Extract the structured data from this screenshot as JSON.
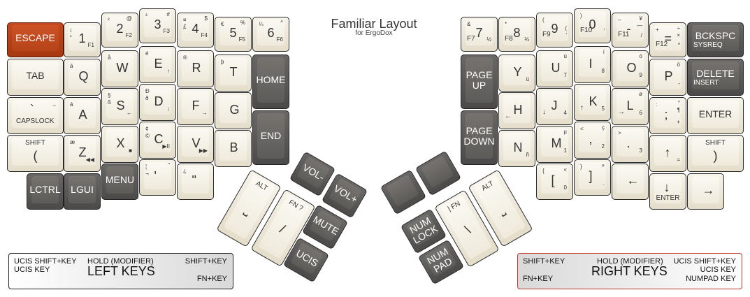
{
  "title": "Familiar Layout",
  "subtitle": "for ErgoDox",
  "left_keys": [
    {
      "name": "escape",
      "tpl": "w",
      "color": "orange",
      "word": "ESCAPE"
    },
    {
      "name": "1",
      "tpl": "n",
      "main": "1",
      "tl": "¡",
      "tl2": "¹",
      "br": "F1"
    },
    {
      "name": "2",
      "tpl": "n",
      "main": "2",
      "tr": "@",
      "tl": "²",
      "br": "F2"
    },
    {
      "name": "3",
      "tpl": "n",
      "main": "3",
      "tr": "#",
      "tl": "³",
      "br": "F3"
    },
    {
      "name": "4",
      "tpl": "n",
      "main": "4",
      "tr": "$",
      "tl": "¤",
      "tl2": "£",
      "br": "F4"
    },
    {
      "name": "5",
      "tpl": "n",
      "main": "5",
      "tr": "%",
      "tl": "€",
      "br": "F5"
    },
    {
      "name": "6",
      "tpl": "n",
      "main": "6",
      "tr": "^",
      "tl": "¼",
      "br": "F6"
    },
    {
      "name": "tab",
      "tpl": "w",
      "word": "TAB"
    },
    {
      "name": "q",
      "tpl": "n",
      "main": "Q",
      "tl": "ä"
    },
    {
      "name": "w",
      "tpl": "n",
      "main": "W",
      "tl": "å"
    },
    {
      "name": "e",
      "tpl": "n",
      "main": "E",
      "tl": "é",
      "br": "↑"
    },
    {
      "name": "r",
      "tpl": "n",
      "main": "R",
      "tl": "®"
    },
    {
      "name": "t",
      "tpl": "n",
      "main": "T",
      "tl": "þ"
    },
    {
      "name": "home",
      "tpl": "w",
      "color": "dark",
      "word": "HOME"
    },
    {
      "name": "capslock",
      "tpl": "caps",
      "tl": "`",
      "tr": "~",
      "word": "CAPSLOCK"
    },
    {
      "name": "a",
      "tpl": "n",
      "main": "A",
      "tl": "á"
    },
    {
      "name": "s",
      "tpl": "n",
      "main": "S",
      "tl": "§",
      "tl2": "ß",
      "br": "←"
    },
    {
      "name": "d",
      "tpl": "n",
      "main": "D",
      "tl": "Ð",
      "tl2": "ð",
      "br": "↓"
    },
    {
      "name": "f",
      "tpl": "n",
      "main": "F",
      "br": "→"
    },
    {
      "name": "g",
      "tpl": "n",
      "main": "G"
    },
    {
      "name": "end",
      "tpl": "w",
      "color": "dark",
      "word": "END"
    },
    {
      "name": "shift-left",
      "tpl": "shift",
      "word": "SHIFT",
      "main": "("
    },
    {
      "name": "z",
      "tpl": "n",
      "main": "Z",
      "tl": "æ",
      "br": "◀◀"
    },
    {
      "name": "x",
      "tpl": "n",
      "main": "X",
      "br": "■"
    },
    {
      "name": "c",
      "tpl": "n",
      "main": "C",
      "tl": "¢",
      "tl2": "©",
      "br": "▶II"
    },
    {
      "name": "v",
      "tpl": "n",
      "main": "V",
      "br": "▶▶"
    },
    {
      "name": "b",
      "tpl": "n",
      "main": "B"
    },
    {
      "name": "lctrl",
      "tpl": "w",
      "color": "dark",
      "word": "LCTRL"
    },
    {
      "name": "lgui",
      "tpl": "w",
      "color": "dark",
      "word": "LGUI"
    },
    {
      "name": "menu",
      "tpl": "w",
      "color": "dark",
      "word": "MENU"
    },
    {
      "name": "quote",
      "tpl": "n",
      "main": "'",
      "tl": "¦",
      "tl2": "¬",
      "tr": "\""
    },
    {
      "name": "dquote",
      "tpl": "n",
      "main": "\"",
      "tl": "¿"
    }
  ],
  "right_keys": [
    {
      "name": "7",
      "tpl": "n",
      "main": "7",
      "tl": "&",
      "br": "½",
      "bl": "F7"
    },
    {
      "name": "8",
      "tpl": "n",
      "main": "8",
      "tl": "*",
      "br": "¾",
      "bl": "F8"
    },
    {
      "name": "9",
      "tpl": "n",
      "main": "9",
      "tl": "(",
      "br": "'",
      "bl": "F9",
      "br2": "("
    },
    {
      "name": "0",
      "tpl": "n",
      "main": "0",
      "tl": ")",
      "br": "'",
      "bl": "F10"
    },
    {
      "name": "minus",
      "tpl": "n",
      "main": "-",
      "tl": "–",
      "tr": "¥",
      "tr2": "—",
      "bl": "F11",
      "br": "/"
    },
    {
      "name": "equal",
      "tpl": "n",
      "main": "=",
      "tl": "+",
      "tr": "÷",
      "tr2": "×",
      "bl": "F12",
      "br": "*"
    },
    {
      "name": "bckspc",
      "tpl": "w2",
      "color": "dark",
      "word": "BCKSPC",
      "word2": "SYSREQ"
    },
    {
      "name": "pageup",
      "tpl": "w",
      "color": "dark",
      "word": "PAGE\nUP"
    },
    {
      "name": "y",
      "tpl": "n",
      "main": "Y",
      "br": "ü"
    },
    {
      "name": "u",
      "tpl": "n",
      "main": "U",
      "tr": "ú",
      "br": "7"
    },
    {
      "name": "i",
      "tpl": "n",
      "main": "I",
      "tr": "í",
      "br": "8"
    },
    {
      "name": "o",
      "tpl": "n",
      "main": "O",
      "tr": "ó",
      "br": "9"
    },
    {
      "name": "p",
      "tpl": "n",
      "main": "P",
      "tr": "ö",
      "br": "-"
    },
    {
      "name": "delete",
      "tpl": "w2",
      "color": "dark",
      "word": "DELETE",
      "word2": "INSERT"
    },
    {
      "name": "h",
      "tpl": "n",
      "main": "H",
      "bl": "←"
    },
    {
      "name": "j",
      "tpl": "n",
      "main": "J",
      "bl": "↓",
      "br": "4"
    },
    {
      "name": "k",
      "tpl": "n",
      "main": "K",
      "bl": "↑",
      "br": "5"
    },
    {
      "name": "l",
      "tpl": "n",
      "main": "L",
      "bl": "→",
      "tr": "ø",
      "br": "6"
    },
    {
      "name": "semicolon",
      "tpl": "n",
      "main": ";",
      "tl": ":",
      "tr": "°",
      "tr2": "¶",
      "br": "+"
    },
    {
      "name": "enter",
      "tpl": "w",
      "word": "ENTER"
    },
    {
      "name": "pagedown",
      "tpl": "w",
      "color": "dark",
      "word": "PAGE\nDOWN"
    },
    {
      "name": "n",
      "tpl": "n",
      "main": "N",
      "br": "ñ"
    },
    {
      "name": "m",
      "tpl": "n",
      "main": "M",
      "tr": "µ",
      "br": "1"
    },
    {
      "name": "comma",
      "tpl": "n",
      "main": ",",
      "tl": "<",
      "tr": "ç",
      "br": "2"
    },
    {
      "name": "period",
      "tpl": "n",
      "main": ".",
      "tl": ">",
      "br": "3"
    },
    {
      "name": "up",
      "tpl": "n",
      "main": "↑",
      "br": "="
    },
    {
      "name": "shift-right",
      "tpl": "shift",
      "word": "SHIFT",
      "main": ")"
    },
    {
      "name": "lbracket",
      "tpl": "n",
      "main": "[",
      "tl": "{",
      "tr": "«",
      "br": "0"
    },
    {
      "name": "rbracket",
      "tpl": "n",
      "main": "]",
      "tl": "}",
      "tr": "»",
      "br": "."
    },
    {
      "name": "left",
      "tpl": "n",
      "main": "←"
    },
    {
      "name": "down",
      "tpl": "enter2",
      "main": "↓",
      "word": "ENTER"
    },
    {
      "name": "right",
      "tpl": "n",
      "main": "→"
    }
  ],
  "thumb_left": [
    {
      "name": "vol-down",
      "color": "dark",
      "word": "VOL-"
    },
    {
      "name": "vol-up",
      "color": "dark",
      "word": "VOL+"
    },
    {
      "name": "mute",
      "color": "dark",
      "word": "MUTE"
    },
    {
      "name": "ucis",
      "color": "dark",
      "word": "UCIS"
    },
    {
      "name": "space-left",
      "word": "⎵",
      "top": "ALT"
    },
    {
      "name": "slash",
      "word": "/",
      "top": "FN ?"
    }
  ],
  "thumb_right": [
    {
      "name": "blank-1",
      "color": "dark",
      "word": ""
    },
    {
      "name": "blank-2",
      "color": "dark",
      "word": ""
    },
    {
      "name": "numlock",
      "color": "dark",
      "word": "NUM\nLOCK"
    },
    {
      "name": "numpad",
      "color": "dark",
      "word": "NUM\nPAD"
    },
    {
      "name": "backslash",
      "word": "\\",
      "top": "| FN"
    },
    {
      "name": "space-right",
      "word": "⎵",
      "top": "ALT"
    }
  ],
  "legend_left": {
    "tl": "UCIS SHIFT+KEY",
    "tl2": "UCIS KEY",
    "hold": "HOLD (MODIFIER)",
    "big": "LEFT KEYS",
    "tr": "SHIFT+KEY",
    "br": "FN+KEY"
  },
  "legend_right": {
    "tl": "SHIFT+KEY",
    "bl": "FN+KEY",
    "hold": "HOLD (MODIFIER)",
    "big": "RIGHT KEYS",
    "tr": "UCIS SHIFT+KEY",
    "tr2": "UCIS KEY",
    "br": "NUMPAD KEY"
  }
}
